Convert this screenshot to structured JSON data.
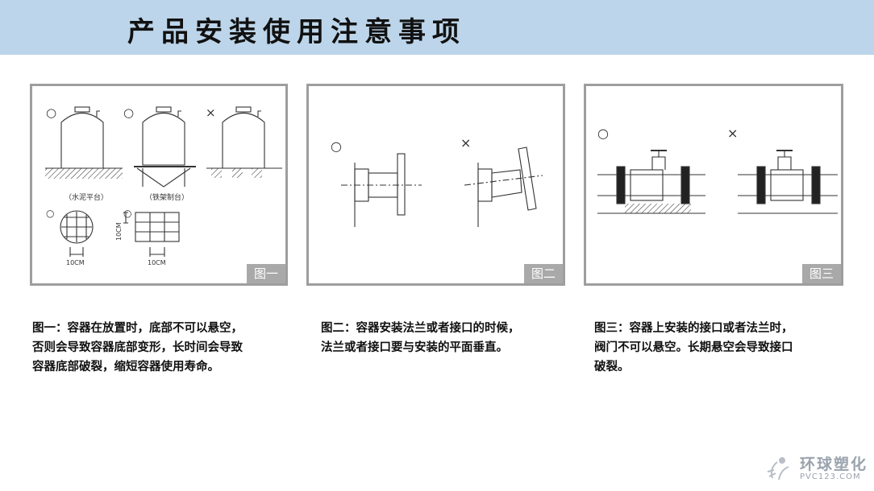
{
  "title": "产品安装使用注意事项",
  "panels": [
    {
      "tag": "图一",
      "labels": {
        "cement": "（水泥平台）",
        "iron": "（铁架制台）",
        "dim1": "10CM",
        "dim2": "10CM",
        "dim3": "10CM"
      },
      "caption": [
        "图一：容器在放置时，底部不可以悬空，",
        "否则会导致容器底部变形，长时间会导致",
        "容器底部破裂，缩短容器使用寿命。"
      ]
    },
    {
      "tag": "图二",
      "caption": [
        "图二：容器安装法兰或者接口的时候，",
        "法兰或者接口要与安装的平面垂直。"
      ]
    },
    {
      "tag": "图三",
      "caption": [
        "图三：容器上安装的接口或者法兰时，",
        "阀门不可以悬空。长期悬空会导致接口",
        "破裂。"
      ]
    }
  ],
  "marks": {
    "ok": "○",
    "ng": "×"
  },
  "logo": {
    "name": "环球塑化",
    "url": "PVC123.COM"
  }
}
